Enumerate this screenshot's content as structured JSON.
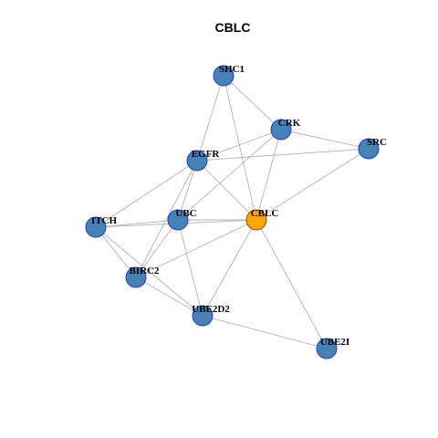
{
  "title": "CBLC",
  "colors": {
    "node_fill": "#4682b4",
    "node_stroke": "#1f3fcf",
    "focus_fill": "#ffa500",
    "focus_stroke": "#8b5a00",
    "edge": "#b3b3b3"
  },
  "nodes": [
    {
      "id": "SHC1",
      "label": "SHC1",
      "focus": false
    },
    {
      "id": "CRK",
      "label": "CRK",
      "focus": false
    },
    {
      "id": "SRC",
      "label": "SRC",
      "focus": false
    },
    {
      "id": "EGFR",
      "label": "EGFR",
      "focus": false
    },
    {
      "id": "ITCH",
      "label": "ITCH",
      "focus": false
    },
    {
      "id": "UBC",
      "label": "UBC",
      "focus": false
    },
    {
      "id": "CBLC",
      "label": "CBLC",
      "focus": true
    },
    {
      "id": "BIRC2",
      "label": "BIRC2",
      "focus": false
    },
    {
      "id": "UBE2D2",
      "label": "UBE2D2",
      "focus": false
    },
    {
      "id": "UBE2I",
      "label": "UBE2I",
      "focus": false
    }
  ],
  "edges": [
    [
      "SHC1",
      "CRK"
    ],
    [
      "SHC1",
      "EGFR"
    ],
    [
      "SHC1",
      "CBLC"
    ],
    [
      "CRK",
      "SRC"
    ],
    [
      "CRK",
      "EGFR"
    ],
    [
      "CRK",
      "UBC"
    ],
    [
      "CRK",
      "CBLC"
    ],
    [
      "SRC",
      "EGFR"
    ],
    [
      "SRC",
      "CBLC"
    ],
    [
      "EGFR",
      "ITCH"
    ],
    [
      "EGFR",
      "UBC"
    ],
    [
      "EGFR",
      "CBLC"
    ],
    [
      "EGFR",
      "BIRC2"
    ],
    [
      "ITCH",
      "UBC"
    ],
    [
      "ITCH",
      "CBLC"
    ],
    [
      "ITCH",
      "BIRC2"
    ],
    [
      "ITCH",
      "UBE2D2"
    ],
    [
      "UBC",
      "CBLC"
    ],
    [
      "UBC",
      "BIRC2"
    ],
    [
      "UBC",
      "UBE2D2"
    ],
    [
      "CBLC",
      "BIRC2"
    ],
    [
      "CBLC",
      "UBE2D2"
    ],
    [
      "CBLC",
      "UBE2I"
    ],
    [
      "BIRC2",
      "UBE2D2"
    ],
    [
      "UBE2D2",
      "UBE2I"
    ]
  ]
}
